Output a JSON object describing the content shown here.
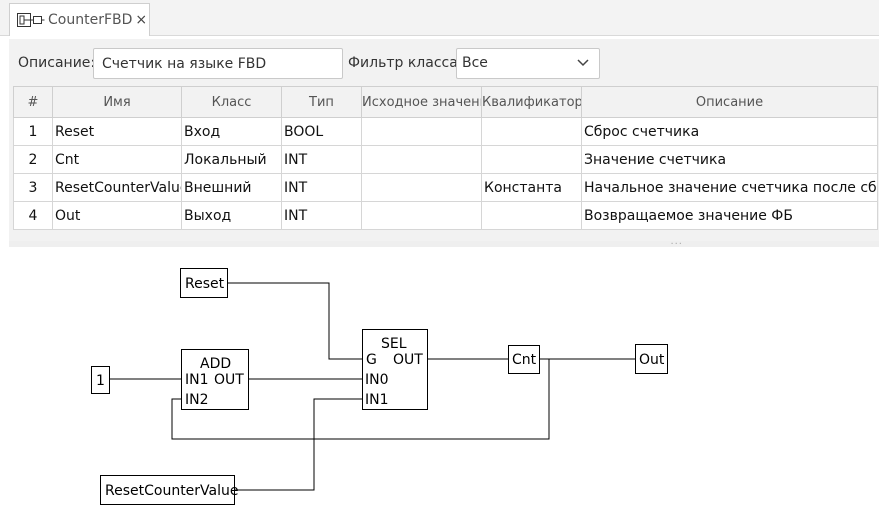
{
  "tab": {
    "title": "CounterFBD",
    "close": "×"
  },
  "filter": {
    "description_label": "Описание:",
    "description_value": "Счетчик на языке FBD",
    "class_filter_label": "Фильтр класса:",
    "class_filter_value": "Все"
  },
  "table": {
    "columns": [
      "#",
      "Имя",
      "Класс",
      "Тип",
      "Исходное значение",
      "Квалификатор",
      "Описание"
    ],
    "rows": [
      [
        "1",
        "Reset",
        "Вход",
        "BOOL",
        "",
        "",
        "Сброс счетчика"
      ],
      [
        "2",
        "Cnt",
        "Локальный",
        "INT",
        "",
        "",
        "Значение счетчика"
      ],
      [
        "3",
        "ResetCounterValue",
        "Внешний",
        "INT",
        "",
        "Константа",
        "Начальное значение счетчика после сброса"
      ],
      [
        "4",
        "Out",
        "Выход",
        "INT",
        "",
        "",
        "Возвращаемое значение ФБ"
      ]
    ]
  },
  "diagram": {
    "var_reset": "Reset",
    "const_one": "1",
    "add_title": "ADD",
    "add_in1": "IN1",
    "add_out": "OUT",
    "add_in2": "IN2",
    "sel_title": "SEL",
    "sel_g": "G",
    "sel_out": "OUT",
    "sel_in0": "IN0",
    "sel_in1": "IN1",
    "var_cnt": "Cnt",
    "var_out": "Out",
    "var_reset_counter": "ResetCounterValue"
  }
}
